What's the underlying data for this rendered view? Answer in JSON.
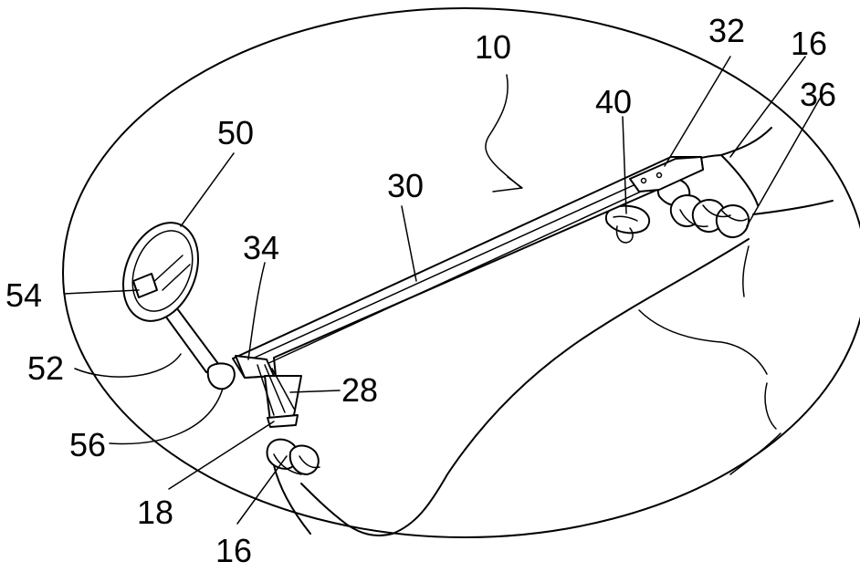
{
  "labels": {
    "l10": "10",
    "l32": "32",
    "l16_top": "16",
    "l36": "36",
    "l40": "40",
    "l50": "50",
    "l30": "30",
    "l34": "34",
    "l54": "54",
    "l52": "52",
    "l28": "28",
    "l56": "56",
    "l18": "18",
    "l16_bottom": "16"
  }
}
